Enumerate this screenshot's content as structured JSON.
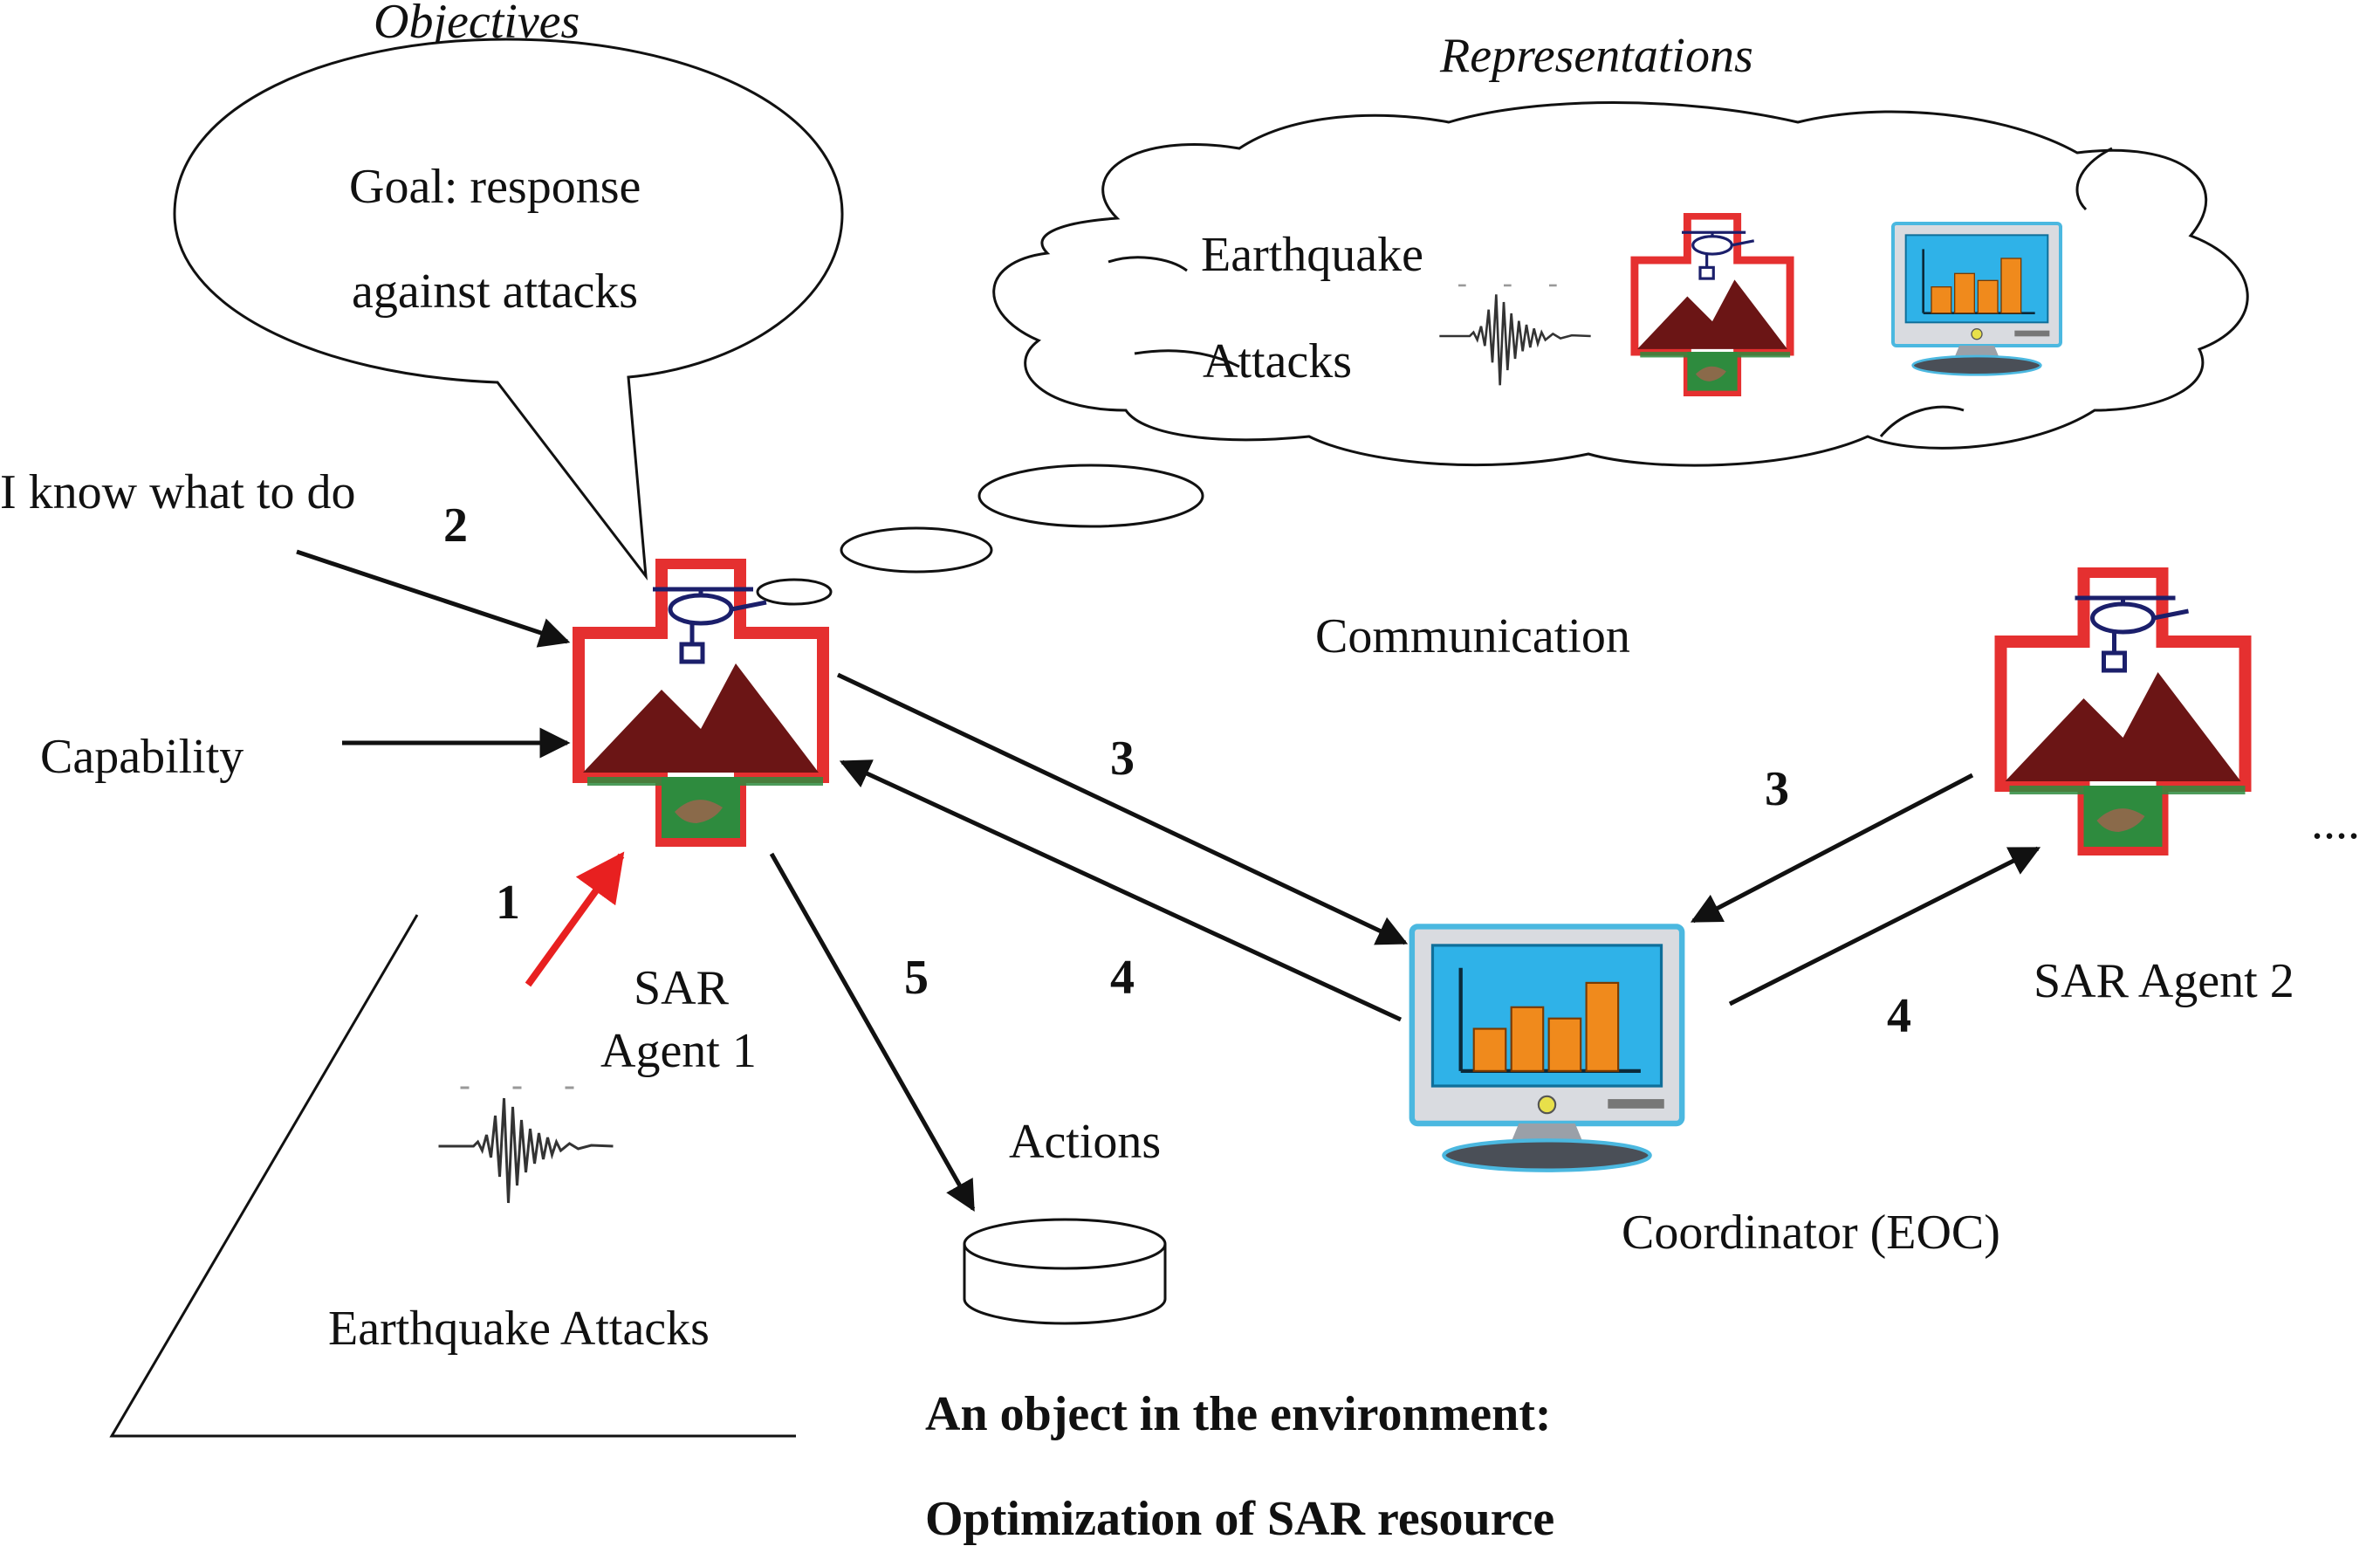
{
  "labels": {
    "objectives": "Objectives",
    "representations": "Representations",
    "goal_line1": "Goal: response",
    "goal_line2": "against attacks",
    "cloud_line1": "Earthquake",
    "cloud_line2": "Attacks",
    "i_know": "I know what to do",
    "capability": "Capability",
    "communication": "Communication",
    "agent1_line1": "SAR",
    "agent1_line2": "Agent 1",
    "agent2": "SAR Agent 2",
    "coordinator": "Coordinator (EOC)",
    "actions": "Actions",
    "earthquake_attacks": "Earthquake Attacks",
    "environment_line1": "An object in the environment:",
    "environment_line2": "Optimization of SAR resource",
    "ellipsis": "....",
    "step_1": "1",
    "step_2": "2",
    "step_3a": "3",
    "step_3b": "3",
    "step_4a": "4",
    "step_4b": "4",
    "step_5": "5"
  },
  "colors": {
    "cross_border": "#e53030",
    "mountain": "#6b1515",
    "grass": "#2e8b3e",
    "helicopter": "#1b1f6b",
    "monitor_frame": "#d9dbe0",
    "monitor_screen": "#2fb2e8",
    "bar": "#f08a1c",
    "red_arrow": "#e82020",
    "line": "#111111"
  }
}
